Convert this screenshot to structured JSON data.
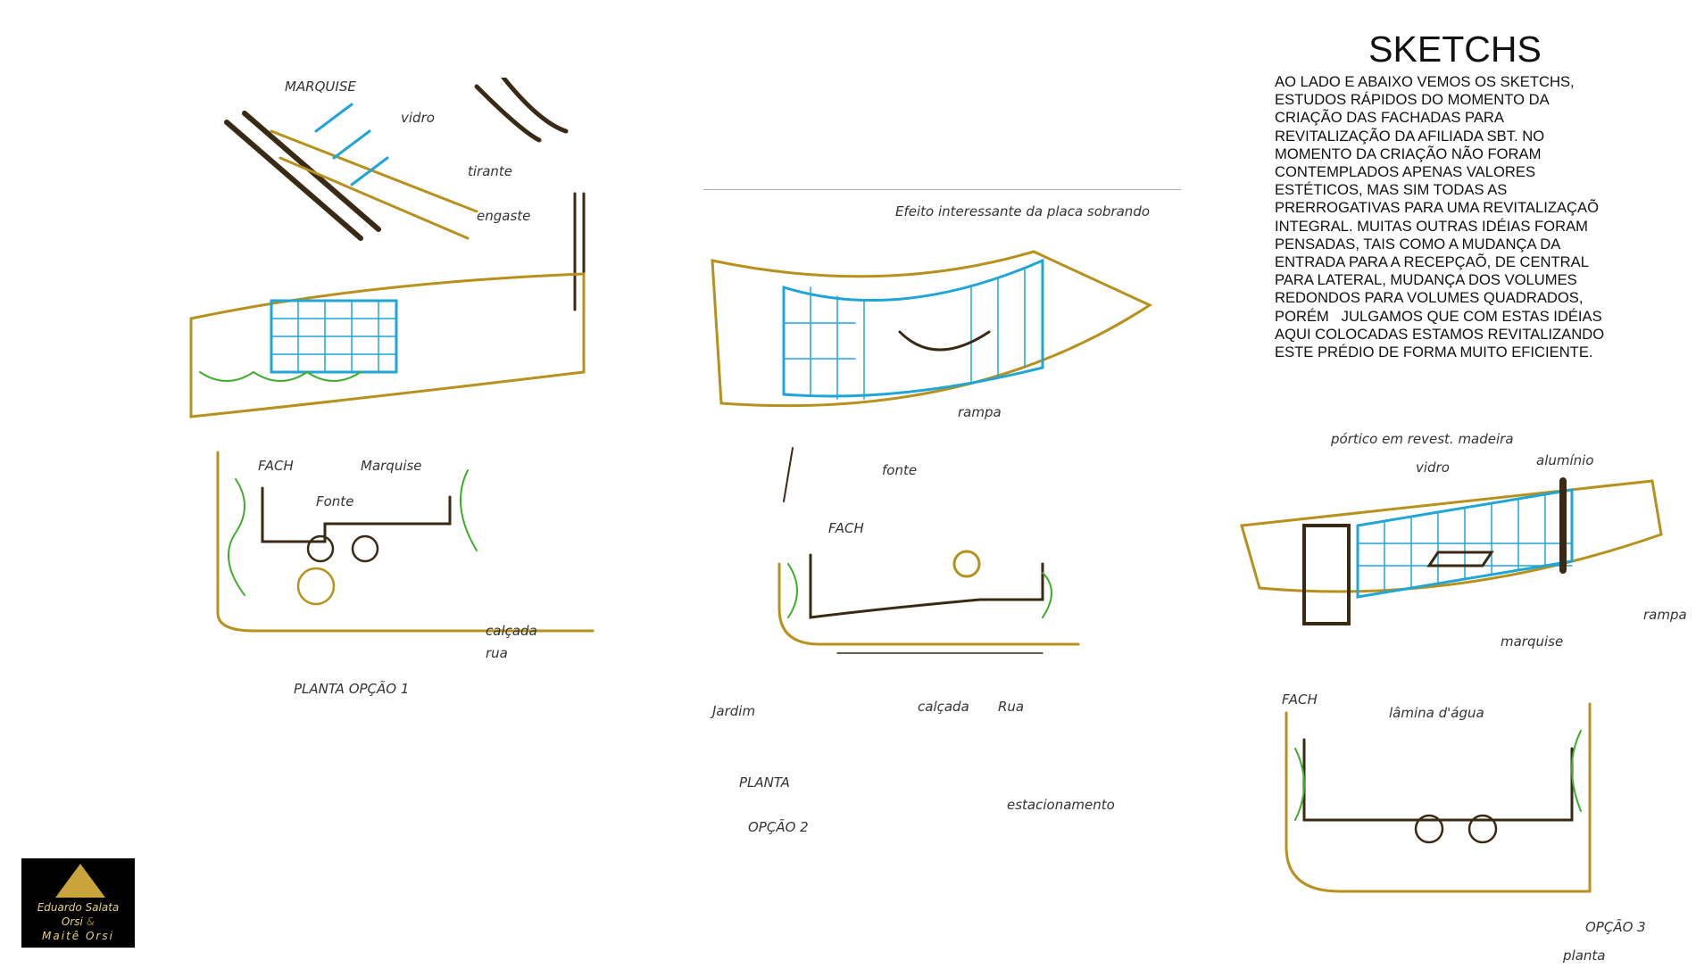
{
  "heading": "SKETCHS",
  "paragraph_lines": [
    "AO LADO E ABAIXO VEMOS OS SKETCHS,",
    "ESTUDOS RÁPIDOS DO MOMENTO DA",
    "CRIAÇÃO DAS FACHADAS PARA",
    "REVITALIZAÇÃO DA AFILIADA SBT. NO",
    "MOMENTO DA CRIAÇÃO NÃO FORAM",
    "CONTEMPLADOS APENAS VALORES",
    "ESTÉTICOS, MAS SIM TODAS AS",
    "PRERROGATIVAS PARA UMA REVITALIZAÇAÕ",
    "INTEGRAL. MUITAS OUTRAS IDÉIAS FORAM",
    "PENSADAS, TAIS COMO A MUDANÇA DA",
    "ENTRADA PARA A RECEPÇAÕ, DE CENTRAL",
    "PARA LATERAL, MUDANÇA DOS VOLUMES",
    "REDONDOS PARA VOLUMES QUADRADOS,",
    "PORÉM   JULGAMOS QUE COM ESTAS IDÉIAS",
    "AQUI COLOCADAS ESTAMOS REVITALIZANDO",
    "ESTE PRÉDIO DE FORMA MUITO EFICIENTE."
  ],
  "sketches": [
    {
      "labels": [
        "MARQUISE",
        "vidro",
        "tirante",
        "engaste",
        "FACH",
        "Marquise",
        "Fonte",
        "calçada",
        "rua",
        "PLANTA OPÇÃO 1"
      ]
    },
    {
      "labels": [
        "Efeito interessante da placa sobrando",
        "rampa",
        "fonte",
        "FACH",
        "Jardim",
        "calçada",
        "Rua",
        "PLANTA",
        "OPÇÃO 2",
        "estacionamento"
      ]
    },
    {
      "labels": [
        "pórtico em revest. madeira",
        "vidro",
        "alumínio",
        "marquise",
        "rampa",
        "FACH",
        "lâmina d'água",
        "OPÇÃO 3",
        "planta"
      ]
    }
  ],
  "logo": {
    "line1": "Eduardo Salata",
    "line2": "Orsi",
    "line3": "Maitê  Orsi",
    "amp": "&"
  },
  "colors": {
    "ink": "#3a2a14",
    "ochre": "#b8901c",
    "cyan": "#1ea6d8",
    "green": "#3fae2a"
  }
}
